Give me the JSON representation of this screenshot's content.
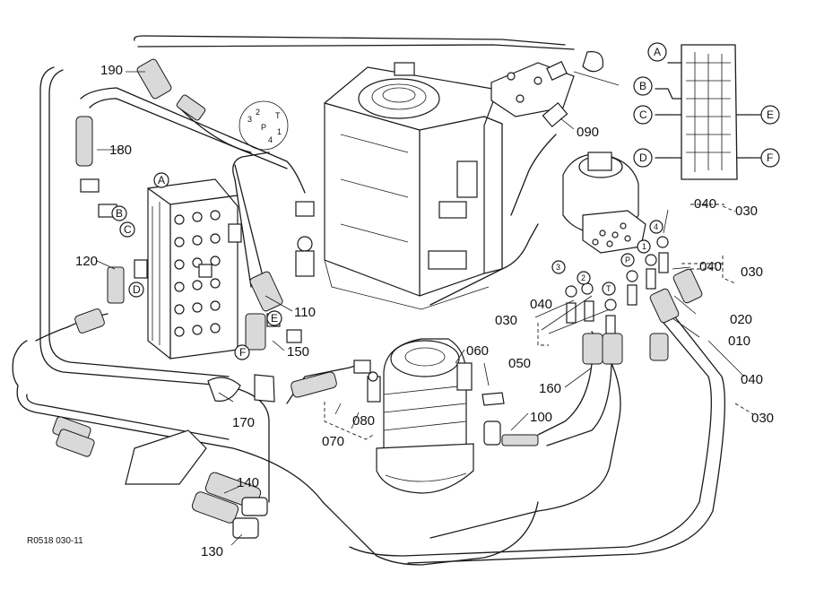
{
  "figure_code": "R0518 030-11",
  "parts": [
    {
      "id": "p010",
      "text": "010"
    },
    {
      "id": "p020",
      "text": "020"
    },
    {
      "id": "p030a",
      "text": "030"
    },
    {
      "id": "p030b",
      "text": "030"
    },
    {
      "id": "p030c",
      "text": "030"
    },
    {
      "id": "p030d",
      "text": "030"
    },
    {
      "id": "p040a",
      "text": "040"
    },
    {
      "id": "p040b",
      "text": "040"
    },
    {
      "id": "p040c",
      "text": "040"
    },
    {
      "id": "p040d",
      "text": "040"
    },
    {
      "id": "p050",
      "text": "050"
    },
    {
      "id": "p060",
      "text": "060"
    },
    {
      "id": "p070",
      "text": "070"
    },
    {
      "id": "p080",
      "text": "080"
    },
    {
      "id": "p090",
      "text": "090"
    },
    {
      "id": "p100",
      "text": "100"
    },
    {
      "id": "p110",
      "text": "110"
    },
    {
      "id": "p120",
      "text": "120"
    },
    {
      "id": "p130",
      "text": "130"
    },
    {
      "id": "p140",
      "text": "140"
    },
    {
      "id": "p150",
      "text": "150"
    },
    {
      "id": "p160",
      "text": "160"
    },
    {
      "id": "p170",
      "text": "170"
    },
    {
      "id": "p180",
      "text": "180"
    },
    {
      "id": "p190",
      "text": "190"
    }
  ],
  "connection_letters": {
    "valve_A": "A",
    "valve_B": "B",
    "valve_C": "C",
    "valve_D": "D",
    "valve_E": "E",
    "valve_F": "F",
    "key_A": "A",
    "key_B": "B",
    "key_C": "C",
    "key_D": "D",
    "key_E": "E",
    "key_F": "F"
  },
  "port_marks": {
    "inset_3": "3",
    "inset_2": "2",
    "inset_P": "P",
    "inset_T": "T",
    "inset_1": "1",
    "inset_4": "4",
    "pilot_4": "4",
    "pilot_1": "1",
    "pilot_P": "P",
    "pilot_3": "3",
    "pilot_2": "2",
    "pilot_T": "T"
  }
}
